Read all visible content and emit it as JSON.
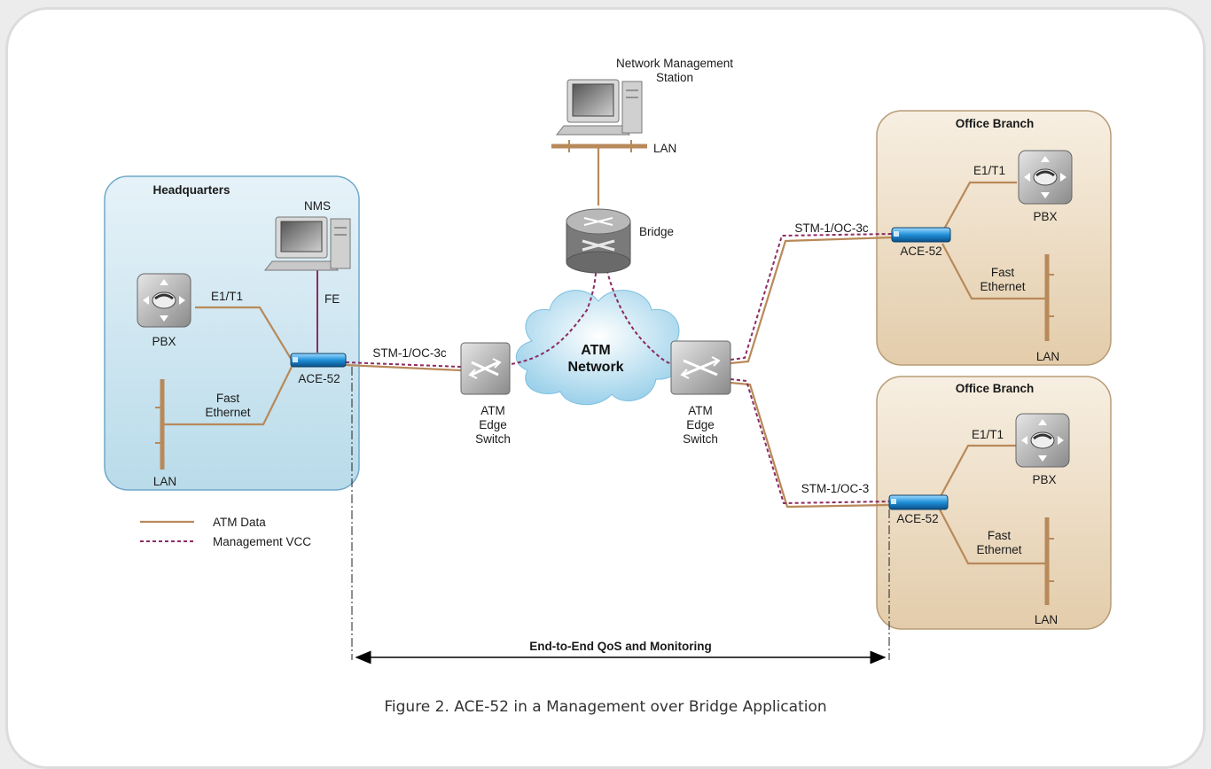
{
  "nms_station": {
    "line1": "Network Management",
    "line2": "Station",
    "lan": "LAN"
  },
  "bridge": {
    "label": "Bridge"
  },
  "headquarters": {
    "title": "Headquarters",
    "nms": "NMS",
    "fe": "FE",
    "e1t1": "E1/T1",
    "pbx": "PBX",
    "fast": "Fast",
    "ethernet": "Ethernet",
    "lan": "LAN",
    "device": "ACE-52",
    "uplink": "STM-1/OC-3c"
  },
  "atm_network": {
    "line1": "ATM",
    "line2": "Network"
  },
  "edge_switch": {
    "line1": "ATM",
    "line2": "Edge",
    "line3": "Switch"
  },
  "branch1": {
    "title": "Office Branch",
    "e1t1": "E1/T1",
    "pbx": "PBX",
    "device": "ACE-52",
    "uplink": "STM-1/OC-3c",
    "fast": "Fast",
    "ethernet": "Ethernet",
    "lan": "LAN"
  },
  "branch2": {
    "title": "Office Branch",
    "e1t1": "E1/T1",
    "pbx": "PBX",
    "device": "ACE-52",
    "uplink": "STM-1/OC-3",
    "fast": "Fast",
    "ethernet": "Ethernet",
    "lan": "LAN"
  },
  "legend": {
    "atm_data": "ATM Data",
    "mgmt_vcc": "Management VCC"
  },
  "qos": "End-to-End QoS and Monitoring",
  "caption": "Figure 2. ACE-52 in a Management over Bridge Application",
  "colors": {
    "atm_data": "#b8895a",
    "mgmt_vcc": "#8b2b62",
    "hq_fill": "#cfe6f1",
    "branch_fill": "#efe2cc"
  }
}
